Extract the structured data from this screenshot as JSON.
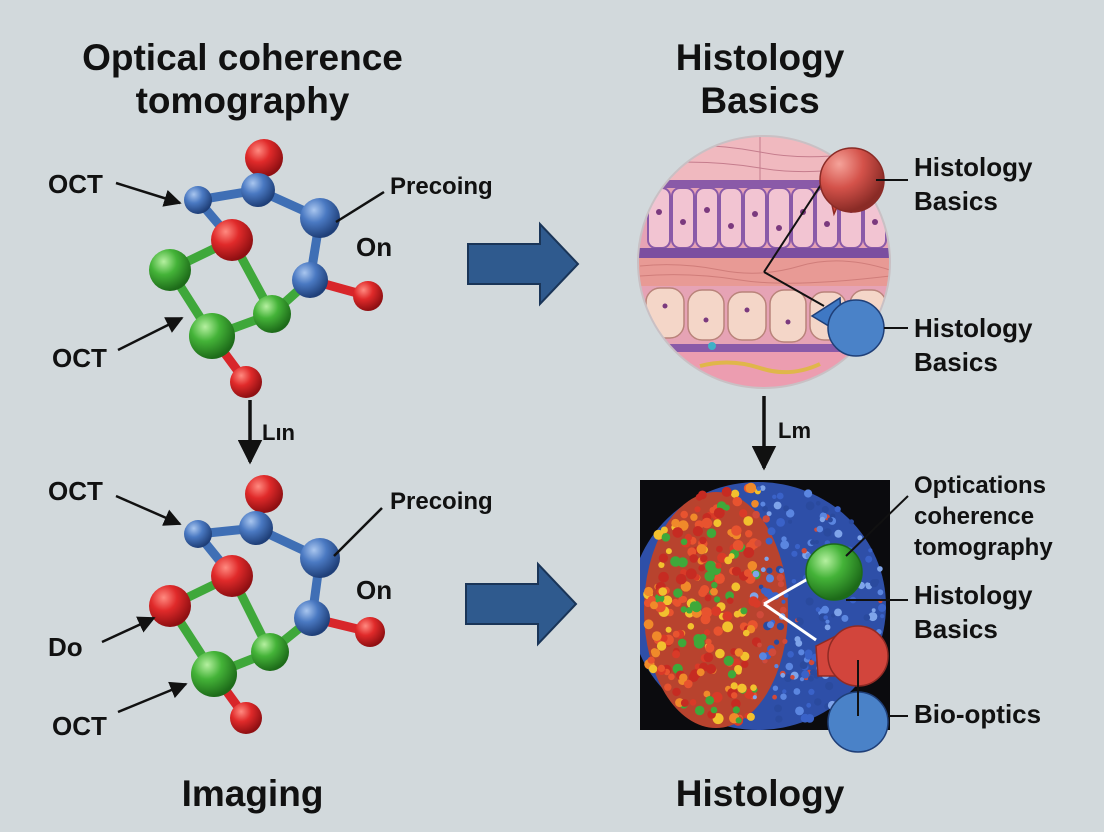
{
  "titles": {
    "top_left": [
      "Optical coherence",
      "tomography"
    ],
    "top_right": [
      "Histology",
      "Basics"
    ],
    "bottom_left": "Imaging",
    "bottom_right": "Histology"
  },
  "molecule_top": {
    "labels": {
      "left_top": "OCT",
      "left_bottom": "OCT",
      "right_top": "Precoing",
      "right_mid": "On"
    }
  },
  "molecule_bottom": {
    "labels": {
      "left_top": "OCT",
      "left_mid": "Do",
      "left_bottom": "OCT",
      "right_top": "Precoing",
      "right_mid": "On"
    }
  },
  "arrows": {
    "left_down_label": "Lın",
    "right_down_label": "Lm"
  },
  "tissue_circle": {
    "callouts": [
      [
        "Histology",
        "Basics"
      ],
      [
        "Histology",
        "Basics"
      ]
    ]
  },
  "cell_cluster": {
    "callouts": [
      [
        "Optications",
        "coherence",
        "tomography"
      ],
      [
        "Histology",
        "Basics"
      ],
      [
        "Bio-optics"
      ]
    ]
  },
  "colors": {
    "background": "#d2d9dc",
    "atom_red": "#d8262a",
    "atom_blue": "#3f6fb5",
    "atom_green": "#3fa83a",
    "arrow_blue": "#2f5a8e",
    "tissue_pink": "#e6a3b5",
    "cluster_dark": "#0b0b0e"
  }
}
